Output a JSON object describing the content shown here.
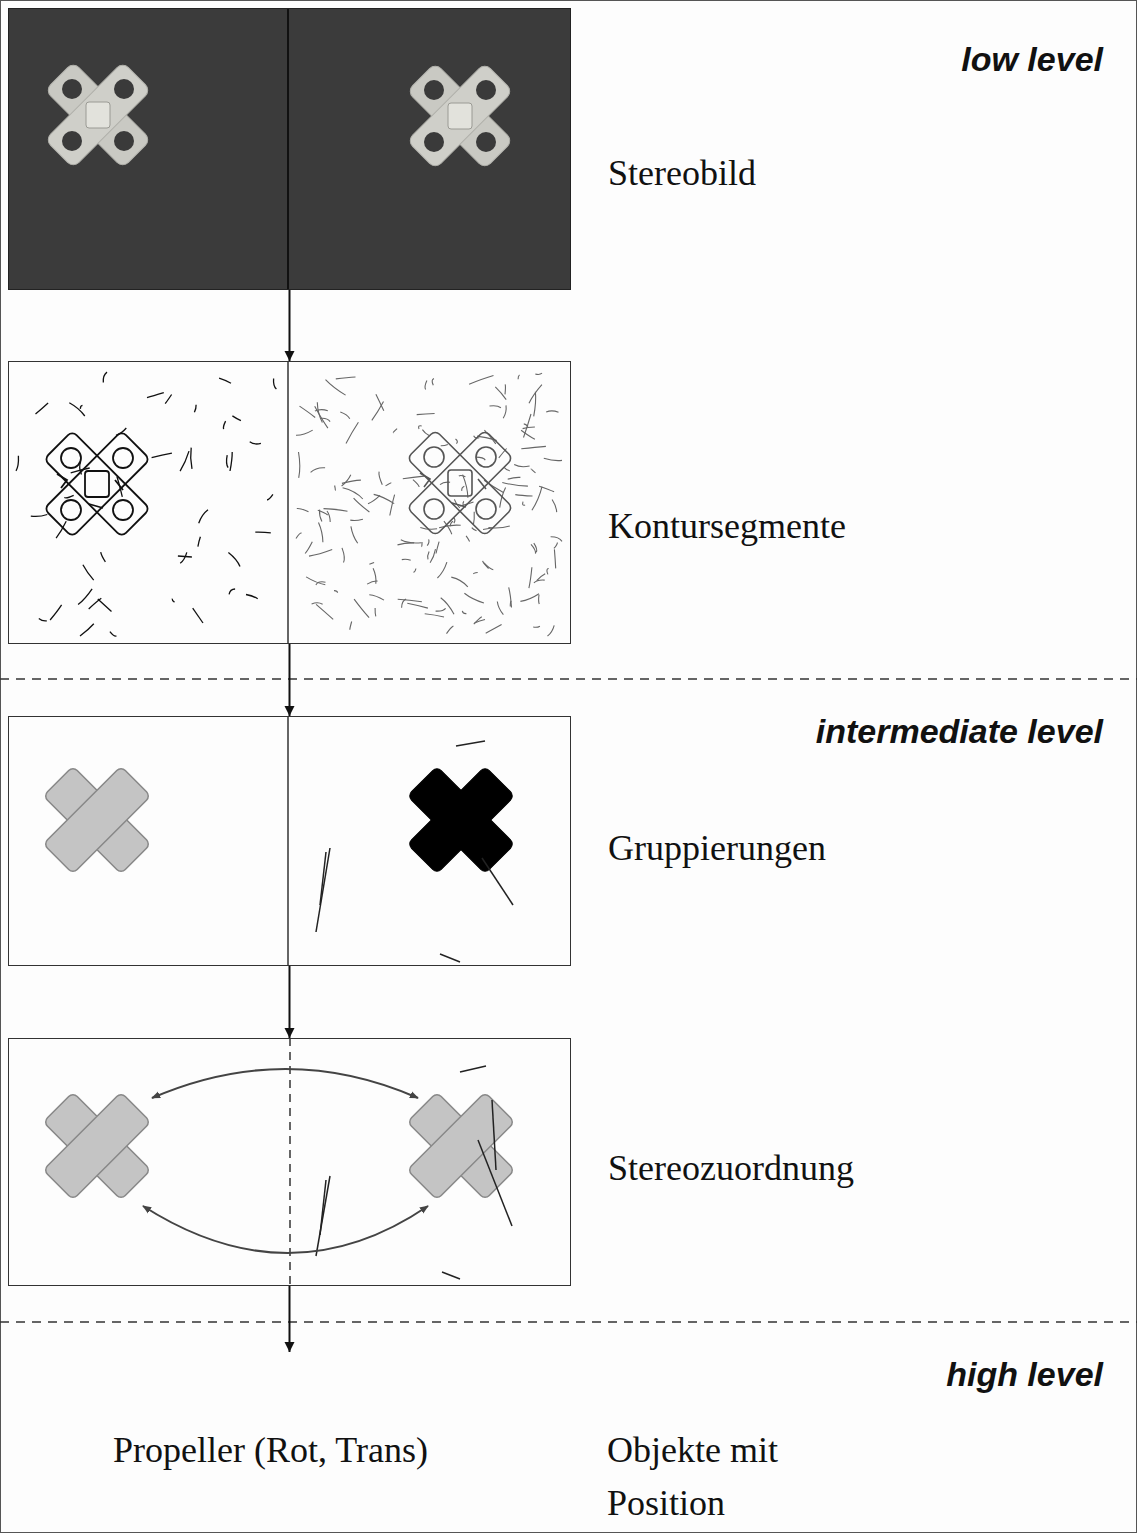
{
  "diagram": {
    "nodes": [
      {
        "text": [
          "Stereobild"
        ]
      },
      {
        "text": [
          "Kontursegmente"
        ]
      },
      {
        "text": [
          "Gruppierungen"
        ]
      },
      {
        "text": [
          "Stereozuordnung"
        ]
      },
      {
        "text": [
          "Propeller (Rot, Trans)",
          "Objekte mit Position"
        ]
      }
    ],
    "edges": [
      {
        "from": 0,
        "to": 1,
        "arrow": "to"
      },
      {
        "from": 1,
        "to": 2,
        "arrow": "to"
      },
      {
        "from": 2,
        "to": 3,
        "arrow": "to"
      },
      {
        "from": 3,
        "to": 4,
        "arrow": "to"
      }
    ],
    "labels": [
      "low level",
      "intermediate level",
      "high level"
    ]
  }
}
